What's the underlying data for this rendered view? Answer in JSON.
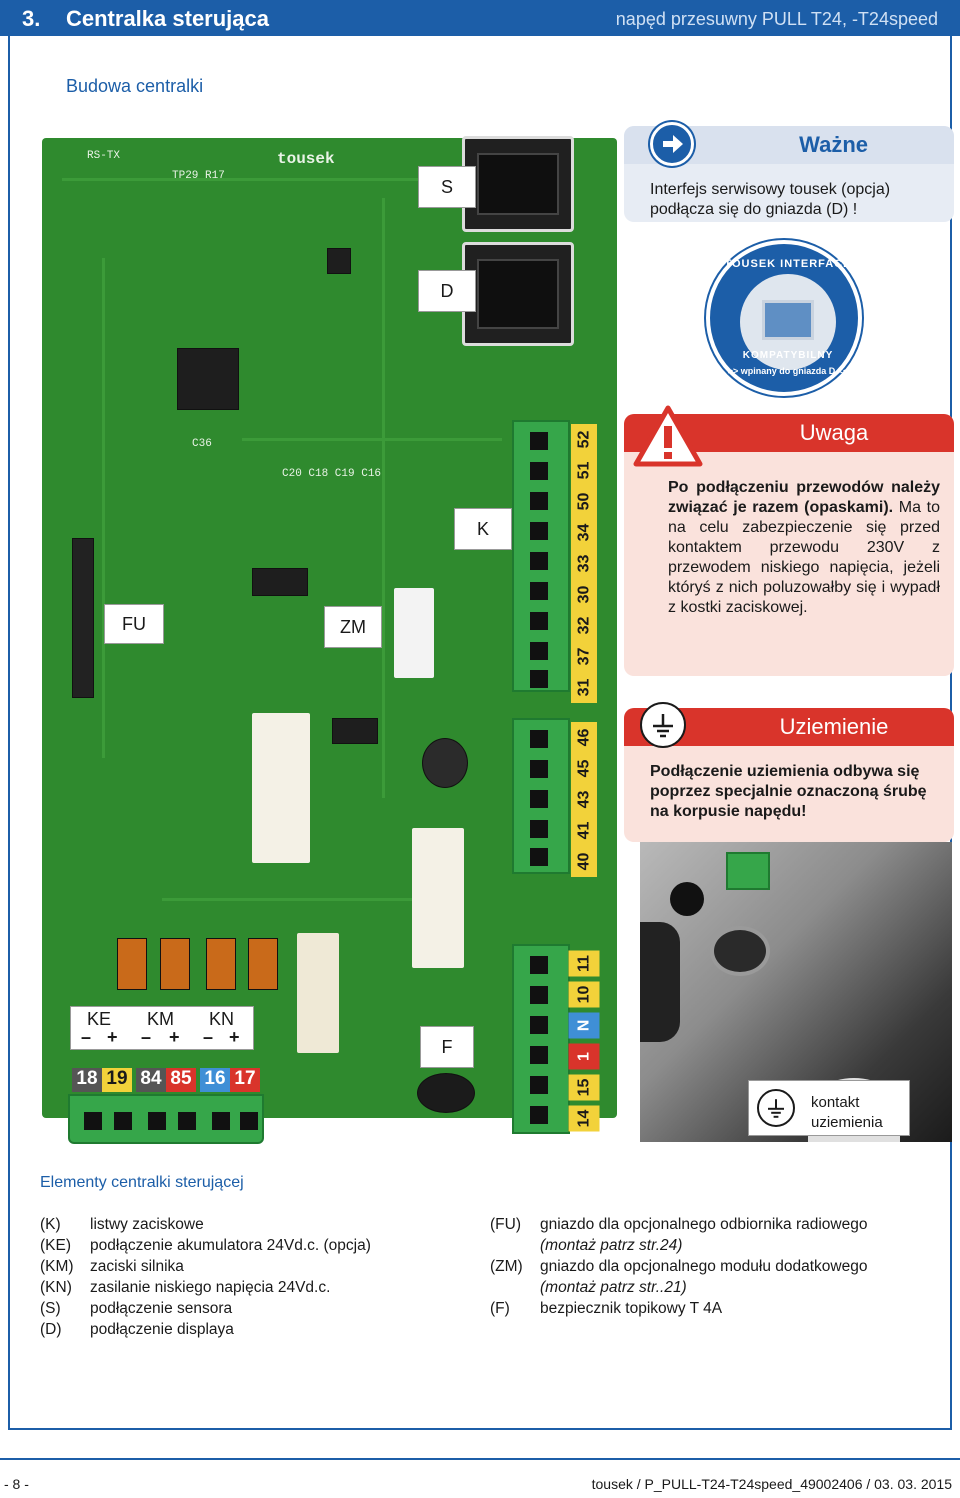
{
  "header": {
    "number": "3.",
    "title": "Centralka sterująca",
    "subtitle": "napęd przesuwny PULL T24, -T24speed"
  },
  "section_title": "Budowa centralki",
  "callouts": {
    "s": "S",
    "d": "D",
    "k": "K",
    "fu": "FU",
    "zm": "ZM",
    "ke": "KE",
    "km": "KM",
    "kn": "KN",
    "f": "F",
    "minus": "–",
    "plus": "+"
  },
  "terminals": {
    "x3": [
      "52",
      "51",
      "50",
      "34",
      "33",
      "30",
      "32",
      "37",
      "31"
    ],
    "x6": [
      "46",
      "45",
      "43",
      "41",
      "40"
    ],
    "x8": [
      "11",
      "10",
      "N",
      "1",
      "15",
      "14"
    ],
    "bottom": [
      "18",
      "19",
      "84",
      "85",
      "16",
      "17"
    ]
  },
  "panel_wazne": {
    "title": "Ważne",
    "text": "Interfejs serwisowy tousek (opcja) podłącza się do gniazda (D) !"
  },
  "badge": {
    "arc_top": "TOUSEK INTERFACE",
    "arc_mid": "KOMPATYBILNY",
    "arc_bottom": ">> wpinany do gniazda D <<"
  },
  "panel_uwaga": {
    "title": "Uwaga",
    "bold": "Po podłączeniu przewodów należy związać je razem (opaskami).",
    "text": "Ma to na celu zabezpieczenie się przed kontaktem przewodu 230V z przewodem niskiego napięcia, jeżeli któryś z nich poluzowałby się i wypadł z kostki zaciskowej."
  },
  "panel_uziemienie": {
    "title": "Uziemienie",
    "text": "Podłączenie uziemienia odbywa się poprzez specjalnie oznaczoną śrubę na korpusie napędu!"
  },
  "ground_label": "kontakt uziemienia",
  "elements_title": "Elementy centralki sterującej",
  "legend_left": [
    {
      "code": "(K)",
      "desc": "listwy zaciskowe"
    },
    {
      "code": "(KE)",
      "desc": "podłączenie akumulatora 24Vd.c. (opcja)"
    },
    {
      "code": "(KM)",
      "desc": "zaciski silnika"
    },
    {
      "code": "(KN)",
      "desc": "zasilanie niskiego napięcia 24Vd.c."
    },
    {
      "code": "(S)",
      "desc": "podłączenie sensora"
    },
    {
      "code": "(D)",
      "desc": "podłączenie displaya"
    }
  ],
  "legend_right": [
    {
      "code": "(FU)",
      "desc": "gniazdo dla opcjonalnego odbiornika radiowego",
      "note": "(montaż patrz str.24)"
    },
    {
      "code": "(ZM)",
      "desc": "gniazdo dla opcjonalnego modułu dodatkowego",
      "note": "(montaż patrz str..21)"
    },
    {
      "code": "(F)",
      "desc": "bezpiecznik topikowy T 4A",
      "note": ""
    }
  ],
  "footer": {
    "page": "- 8 -",
    "doc": "tousek / P_PULL-T24-T24speed_49002406 / 03. 03. 2015"
  },
  "colors": {
    "brand_blue": "#1c5ea8",
    "pcb_green": "#2f8a2e",
    "terminal_green": "#36a64a",
    "warning_red": "#d9342b"
  }
}
